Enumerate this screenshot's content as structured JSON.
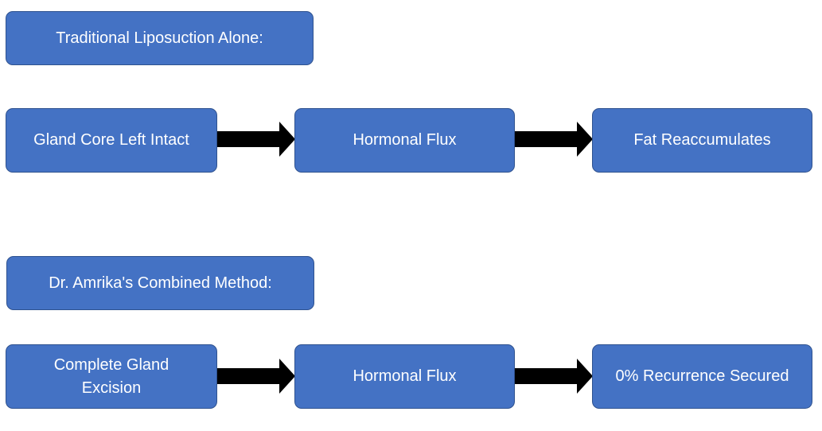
{
  "diagram": {
    "colors": {
      "box_fill": "#4472c4",
      "box_border": "#2f528f",
      "box_text": "#ffffff",
      "arrow": "#000000"
    },
    "section1": {
      "header": "Traditional Liposuction Alone:",
      "steps": [
        "Gland Core Left Intact",
        "Hormonal Flux",
        "Fat Reaccumulates"
      ]
    },
    "section2": {
      "header": "Dr. Amrika's Combined Method:",
      "steps": [
        "Complete Gland Excision",
        "Hormonal Flux",
        "0% Recurrence Secured"
      ]
    }
  }
}
